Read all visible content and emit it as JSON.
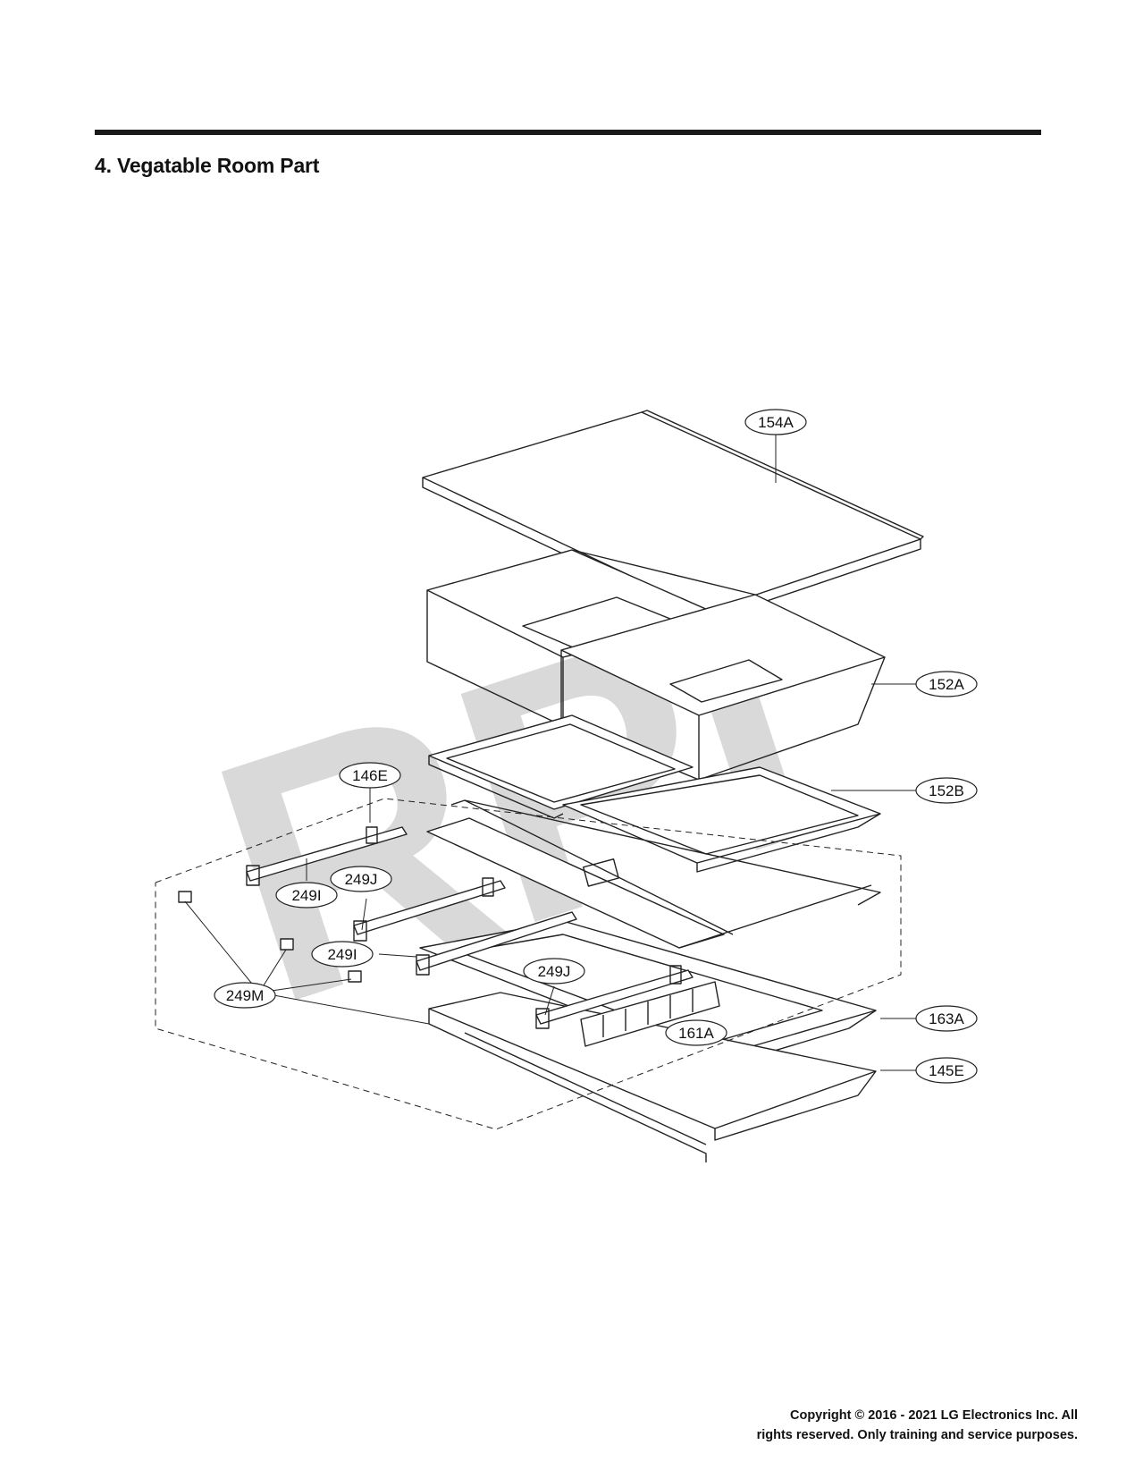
{
  "page": {
    "title": "4. Vegatable Room Part",
    "copyright_line1": "Copyright © 2016 - 2021 LG Electronics Inc. All",
    "copyright_line2": "rights reserved. Only training and service purposes.",
    "watermark": "RPI"
  },
  "callouts": {
    "c154A": "154A",
    "c152A": "152A",
    "c152B": "152B",
    "c146E": "146E",
    "c249I_a": "249I",
    "c249J_a": "249J",
    "c249I_b": "249I",
    "c249J_b": "249J",
    "c249M": "249M",
    "c161A": "161A",
    "c163A": "163A",
    "c145E": "145E"
  }
}
